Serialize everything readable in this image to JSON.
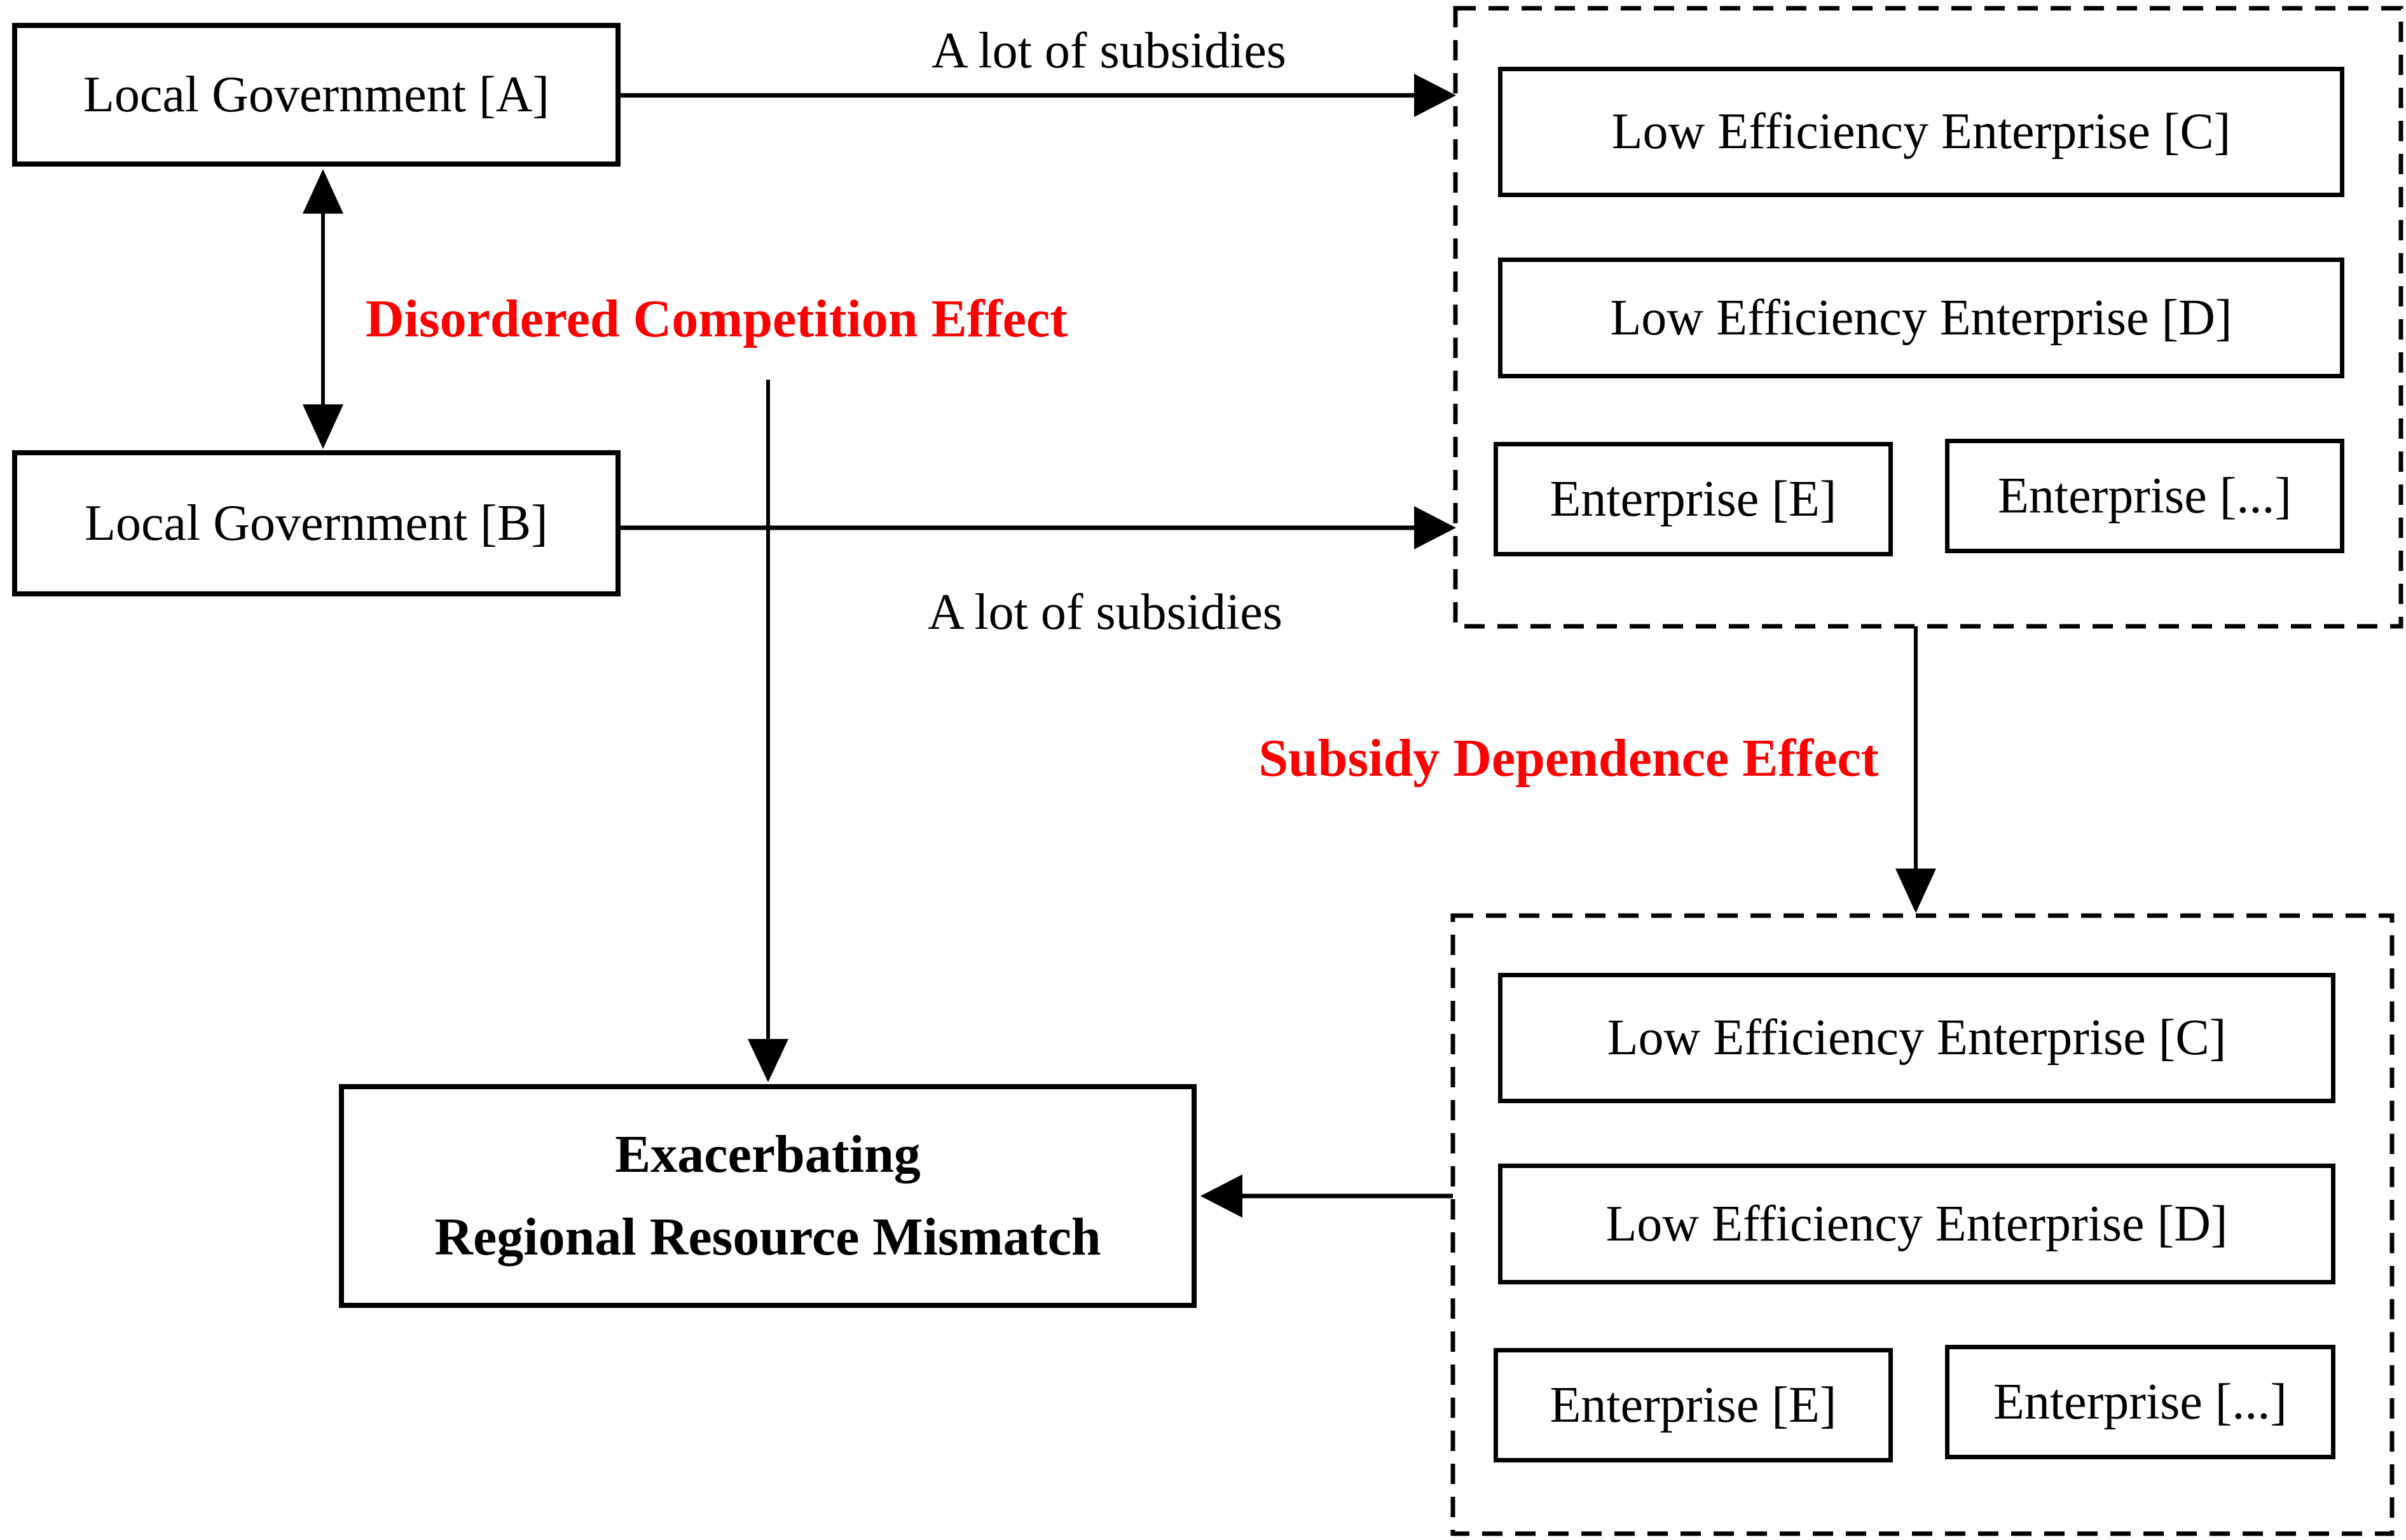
{
  "diagram": {
    "nodes": {
      "gov_a": "Local Government [A]",
      "gov_b": "Local Government [B]",
      "mismatch_line1": "Exacerbating",
      "mismatch_line2": "Regional Resource Mismatch"
    },
    "cluster_top": {
      "c": "Low Efficiency Enterprise [C]",
      "d": "Low Efficiency Enterprise [D]",
      "e": "Enterprise [E]",
      "others": "Enterprise [...]"
    },
    "cluster_bottom": {
      "c": "Low Efficiency Enterprise [C]",
      "d": "Low Efficiency Enterprise [D]",
      "e": "Enterprise [E]",
      "others": "Enterprise [...]"
    },
    "edge_labels": {
      "subsidies_top": "A lot of subsidies",
      "subsidies_bottom": "A lot of subsidies",
      "disordered_competition": "Disordered Competition Effect",
      "subsidy_dependence": "Subsidy Dependence Effect"
    },
    "colors": {
      "effect_label": "#FF0000",
      "stroke": "#000000",
      "background": "#FFFFFF"
    }
  }
}
